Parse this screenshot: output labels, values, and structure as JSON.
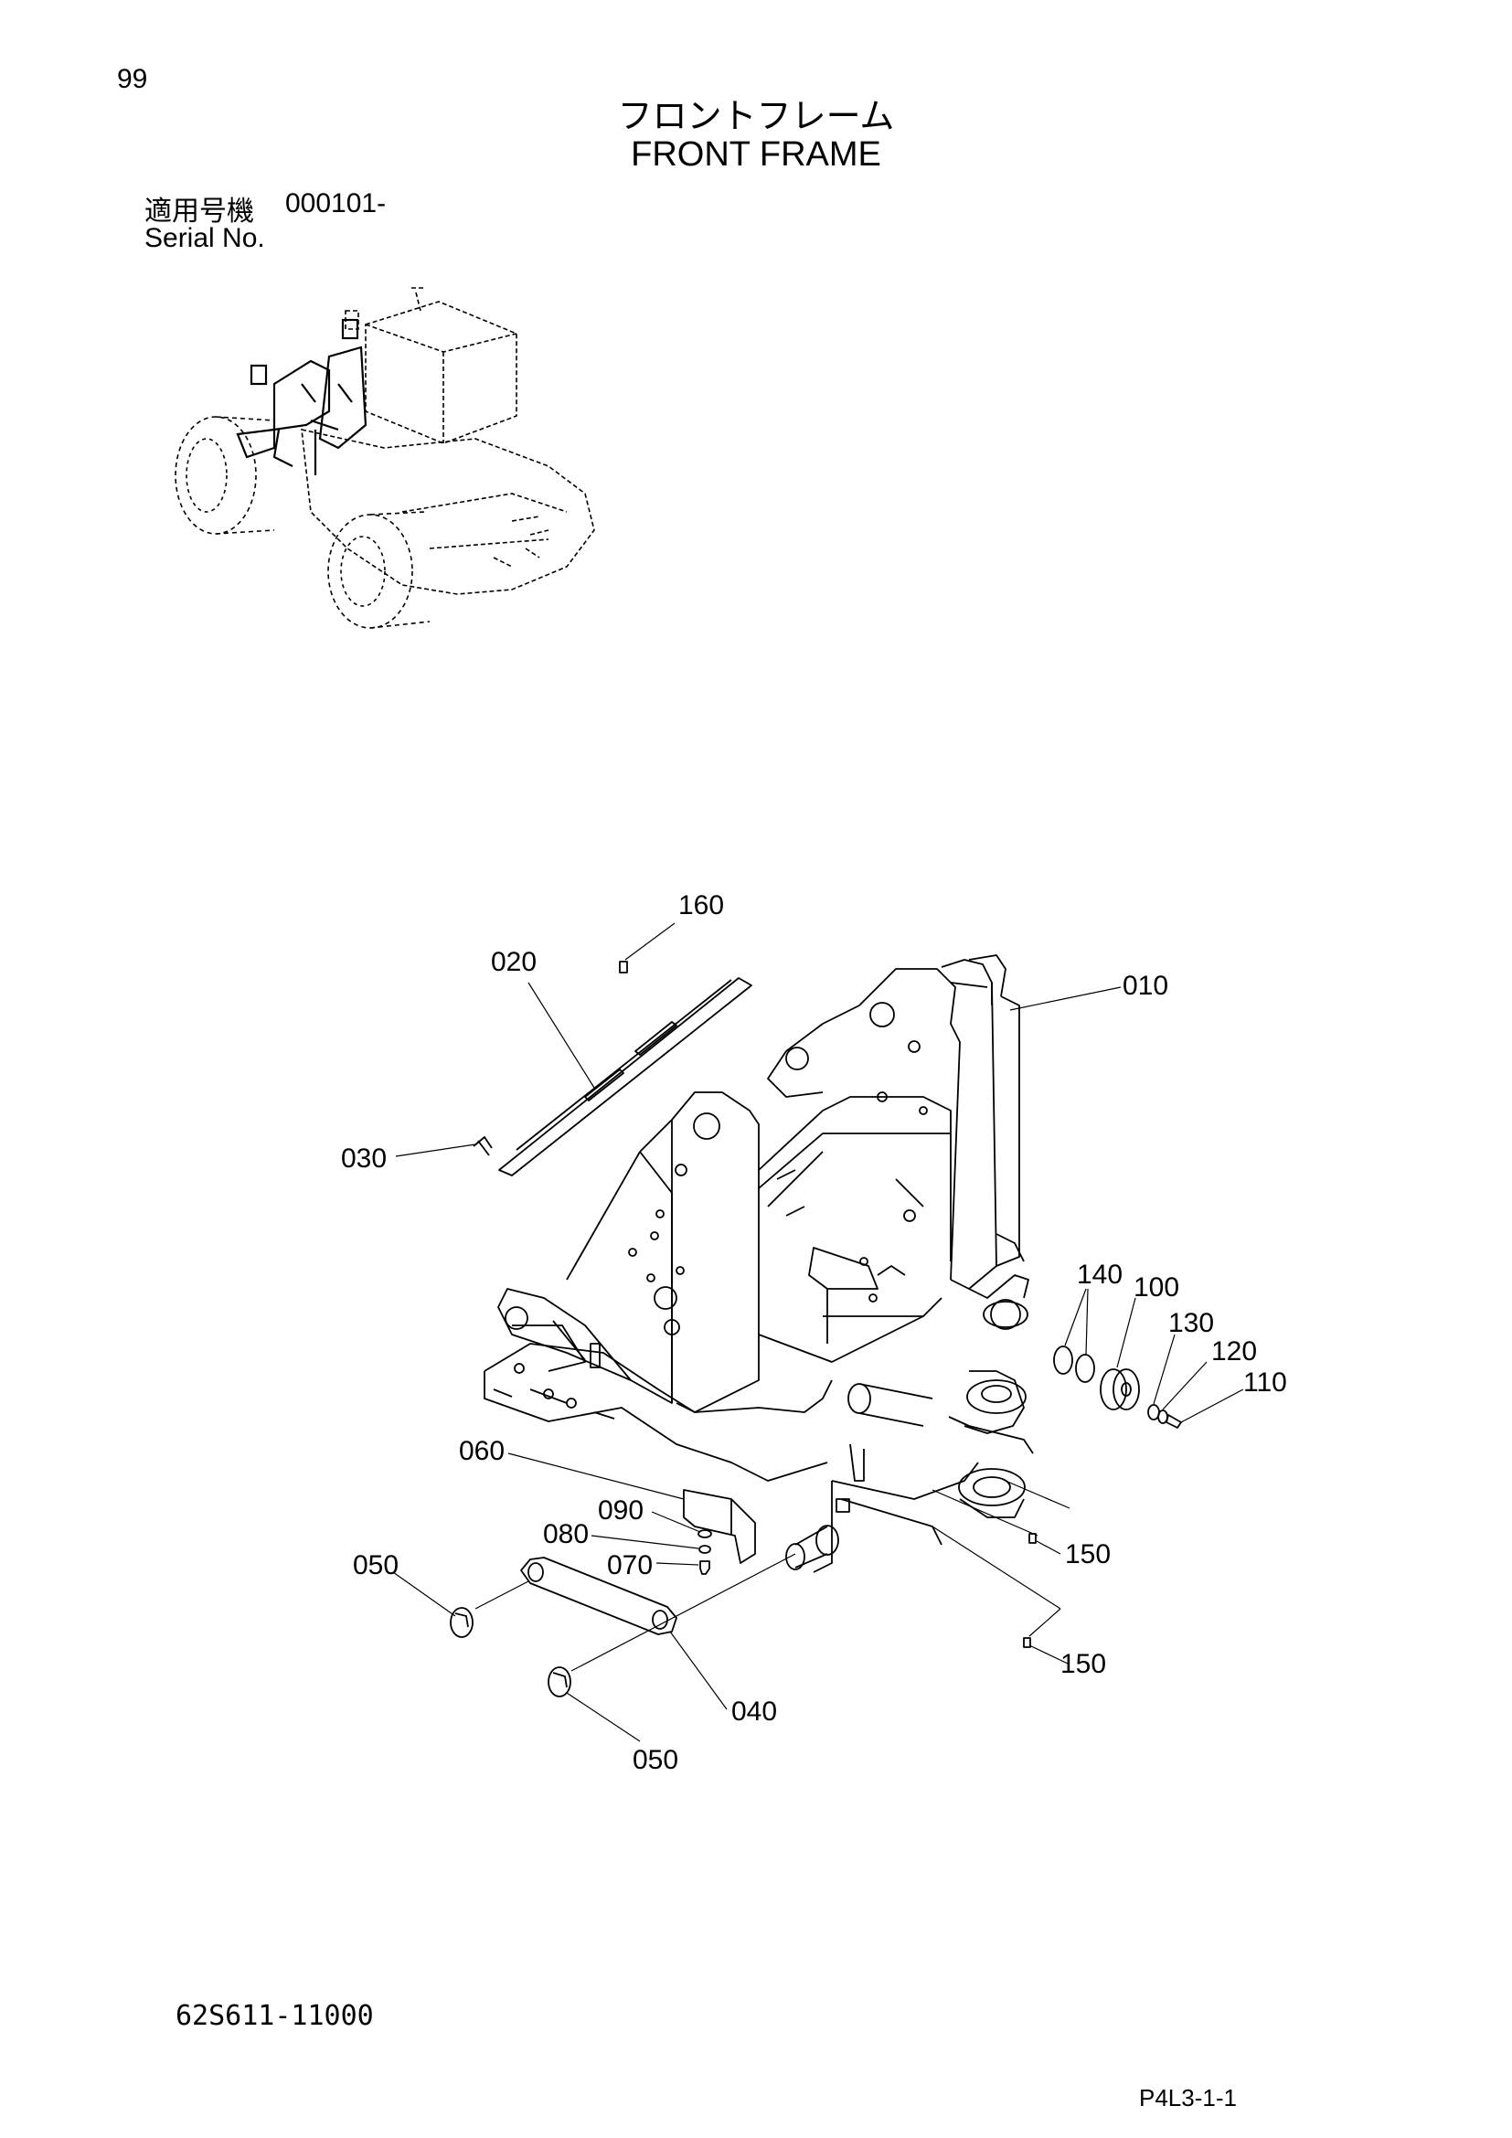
{
  "header": {
    "page_number": "99",
    "title_jp": "フロントフレーム",
    "title_en": "FRONT FRAME"
  },
  "serial": {
    "label_jp": "適用号機",
    "value": "000101-",
    "label_en": "Serial No."
  },
  "callouts": {
    "c160": "160",
    "c020": "020",
    "c010": "010",
    "c030": "030",
    "c140": "140",
    "c100": "100",
    "c130": "130",
    "c120": "120",
    "c110": "110",
    "c060": "060",
    "c090": "090",
    "c080": "080",
    "c070": "070",
    "c050a": "050",
    "c150a": "150",
    "c150b": "150",
    "c040": "040",
    "c050b": "050"
  },
  "footer": {
    "part_number": "62S611-11000",
    "page_code": "P4L3-1-1"
  }
}
